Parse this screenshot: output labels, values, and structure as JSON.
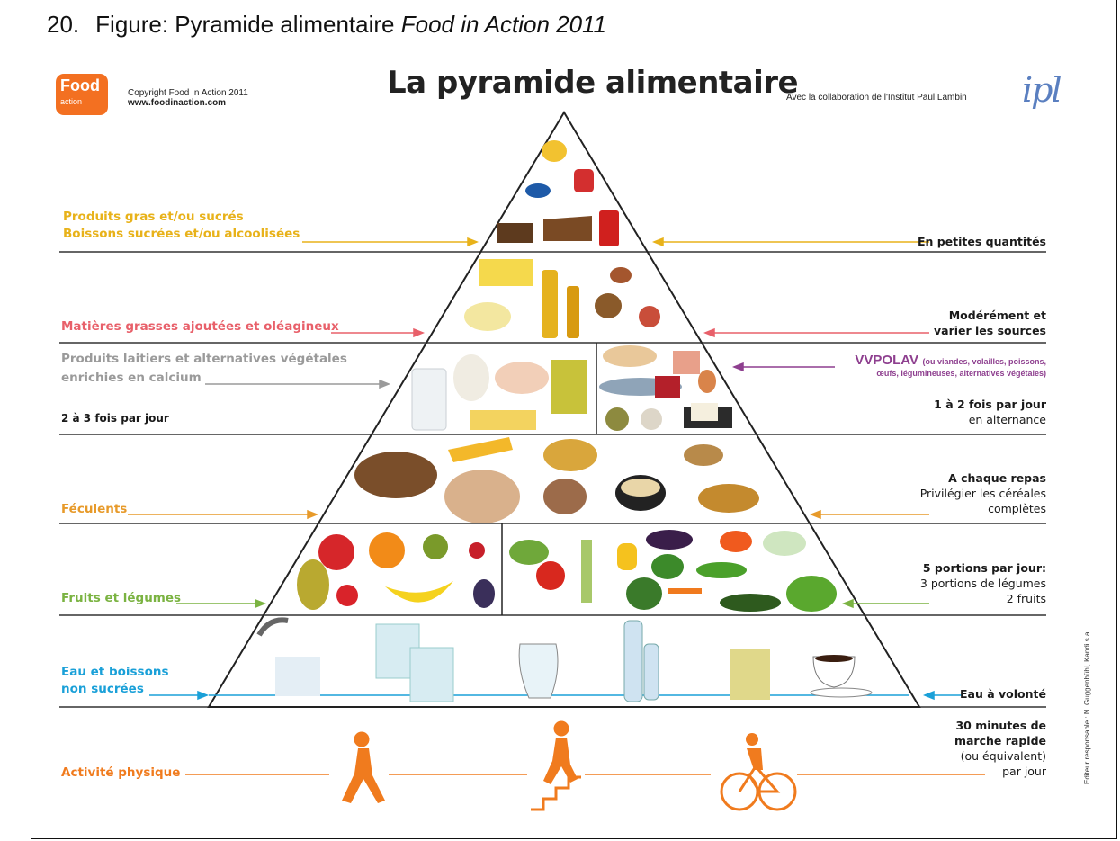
{
  "caption": {
    "number": "20.",
    "prefix": "Figure: Pyramide alimentaire ",
    "italic": "Food in Action 2011"
  },
  "title": "La pyramide alimentaire",
  "logo": {
    "line1": "Food",
    "line2": "action"
  },
  "copyright": {
    "line1": "Copyright Food In Action 2011",
    "line2": "www.foodinaction.com"
  },
  "collaboration": "Avec la collaboration de l'Institut Paul Lambin",
  "ipl_logo": "ipl",
  "editor": "Editeur responsable : N. Guggenbühl, Kandi s.a.",
  "colors": {
    "sweets": "#e8b21a",
    "fats": "#e8606a",
    "dairy": "#9a9a9a",
    "protein": "#8e3f8f",
    "starch": "#e79a2a",
    "fruits": "#7bb342",
    "water": "#1aa0d8",
    "activity": "#f07b1e"
  },
  "levels": {
    "sweets": {
      "label1": "Produits gras et/ou sucrés",
      "label2": "Boissons sucrées et/ou alcoolisées",
      "advice": "En petites quantités"
    },
    "fats": {
      "label": "Matières grasses ajoutées et oléagineux",
      "advice1": "Modérément et",
      "advice2": "varier les sources"
    },
    "dairy": {
      "label1": "Produits laitiers et alternatives végétales",
      "label2": "enrichies en calcium",
      "frequency": "2 à 3 fois par jour"
    },
    "protein": {
      "label": "VVPOLAV",
      "detail1": "(ou viandes, volailles, poissons,",
      "detail2": "œufs, légumineuses, alternatives végétales)",
      "advice1": "1 à 2 fois par jour",
      "advice2": "en alternance"
    },
    "starch": {
      "label": "Féculents",
      "advice1": "A chaque repas",
      "advice2": "Privilégier les céréales",
      "advice3": "complètes"
    },
    "fruits": {
      "label": "Fruits et légumes",
      "advice1": "5 portions par jour:",
      "advice2": "3 portions de légumes",
      "advice3": "2 fruits"
    },
    "water": {
      "label1": "Eau et boissons",
      "label2": "non sucrées",
      "advice": "Eau à volonté"
    },
    "activity": {
      "label": "Activité physique",
      "advice1": "30 minutes de",
      "advice2": "marche rapide",
      "advice3": "(ou équivalent)",
      "advice4": "par jour"
    }
  }
}
